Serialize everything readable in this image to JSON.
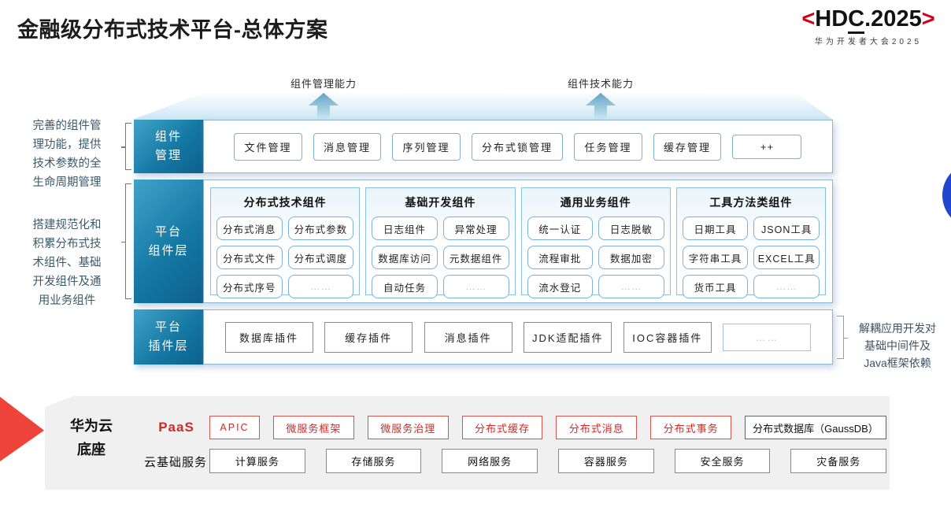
{
  "title": "金融级分布式技术平台-总体方案",
  "logo": {
    "open_bracket": "<",
    "brand_hd": "HD",
    "brand_c": "C",
    "brand_rest": ".2025",
    "close_bracket": ">",
    "subtitle": "华为开发者大会2025"
  },
  "top_arrows": {
    "left_label": "组件管理能力",
    "right_label": "组件技术能力"
  },
  "annotations": {
    "left_top_lines": [
      "完善的组件管",
      "理功能，提供",
      "技术参数的全",
      "生命周期管理"
    ],
    "left_bottom_lines": [
      "搭建规范化和",
      "积累分布式技",
      "术组件、基础",
      "开发组件及通",
      "用业务组件"
    ],
    "right_lines": [
      "解耦应用开发对",
      "基础中间件及",
      "Java框架依赖"
    ]
  },
  "rows": {
    "mgmt": {
      "label_lines": [
        "组件",
        "管理"
      ],
      "boxes": [
        "文件管理",
        "消息管理",
        "序列管理",
        "分布式锁管理",
        "任务管理",
        "缓存管理",
        "++"
      ]
    },
    "components": {
      "label_lines": [
        "平台",
        "组件层"
      ],
      "panels": [
        {
          "title": "分布式技术组件",
          "boxes": [
            "分布式消息",
            "分布式参数",
            "分布式文件",
            "分布式调度",
            "分布式序号",
            "……"
          ]
        },
        {
          "title": "基础开发组件",
          "boxes": [
            "日志组件",
            "异常处理",
            "数据库访问",
            "元数据组件",
            "自动任务",
            "……"
          ]
        },
        {
          "title": "通用业务组件",
          "boxes": [
            "统一认证",
            "日志脱敏",
            "流程审批",
            "数据加密",
            "流水登记",
            "……"
          ]
        },
        {
          "title": "工具方法类组件",
          "boxes": [
            "日期工具",
            "JSON工具",
            "字符串工具",
            "EXCEL工具",
            "货币工具",
            "……"
          ]
        }
      ]
    },
    "plugins": {
      "label_lines": [
        "平台",
        "插件层"
      ],
      "boxes": [
        "数据库插件",
        "缓存插件",
        "消息插件",
        "JDK适配插件",
        "IOC容器插件",
        "……"
      ]
    }
  },
  "foundation": {
    "label_lines": [
      "华为云",
      "底座"
    ],
    "paas_label": "PaaS",
    "paas_boxes": [
      "APIC",
      "微服务框架",
      "微服务治理",
      "分布式缓存",
      "分布式消息",
      "分布式事务"
    ],
    "db_box": "分布式数据库（GaussDB）",
    "iaas_label": "云基础服务",
    "iaas_boxes": [
      "计算服务",
      "存储服务",
      "网络服务",
      "容器服务",
      "安全服务",
      "灾备服务"
    ]
  },
  "colors": {
    "teal_label": "#16749f",
    "arrow_teal": "#1a7ca7",
    "box_border_blue": "#7fb0d6",
    "red_accent": "#cf2a26",
    "red_arrow": "#ee4338",
    "hdc_red": "#d0021b",
    "blue_circle": "#2346cf",
    "foundation_bg": "#f0f0f1"
  }
}
